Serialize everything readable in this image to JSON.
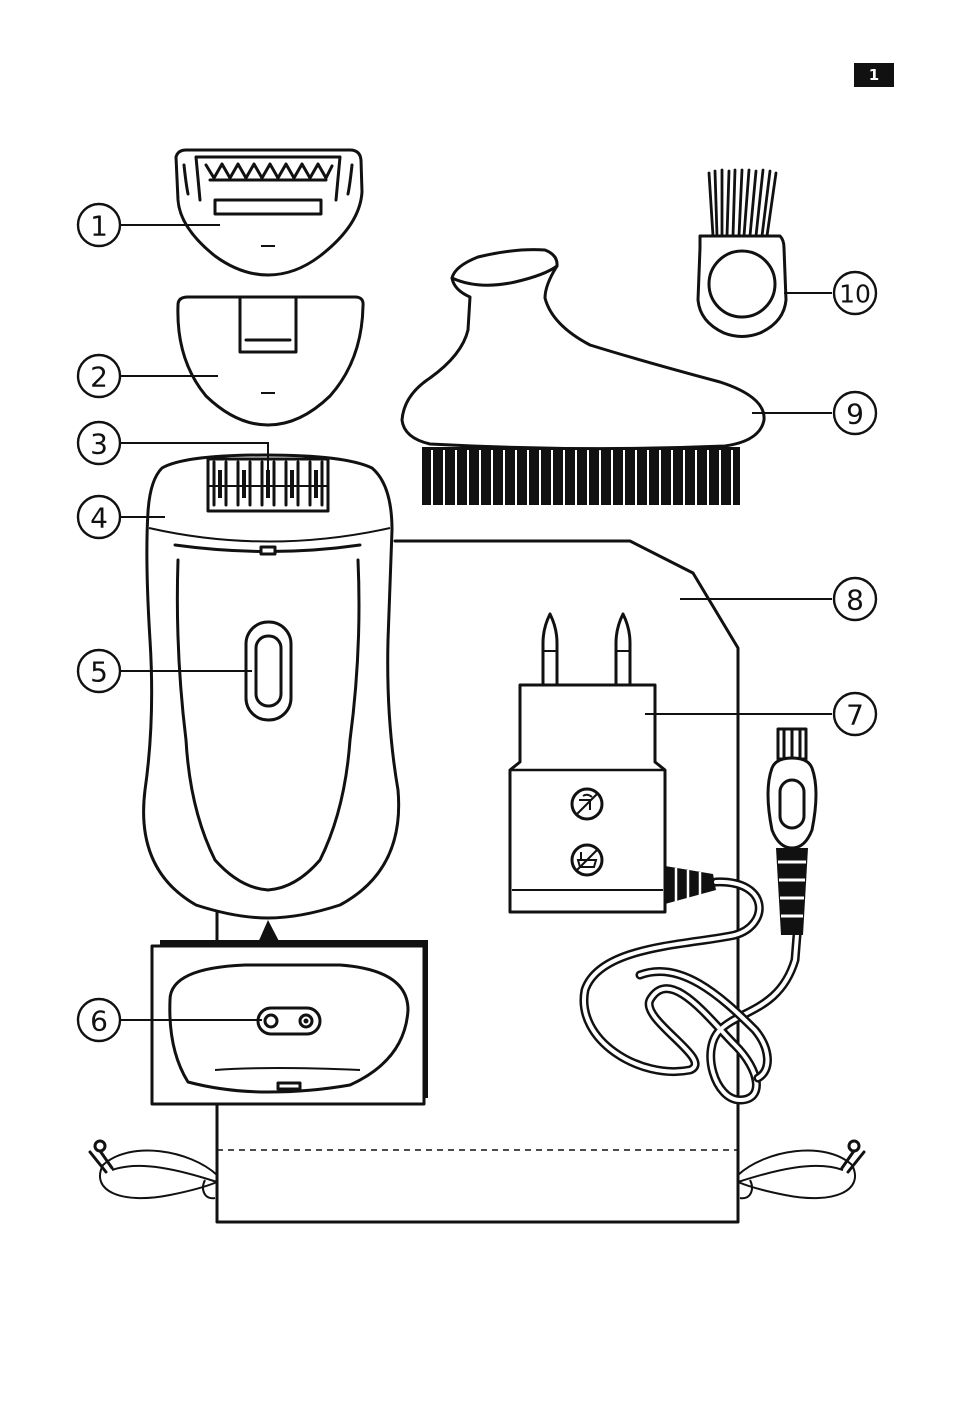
{
  "page_number": "1",
  "callouts": [
    {
      "id": "1",
      "label": "1"
    },
    {
      "id": "2",
      "label": "2"
    },
    {
      "id": "3",
      "label": "3"
    },
    {
      "id": "4",
      "label": "4"
    },
    {
      "id": "5",
      "label": "5"
    },
    {
      "id": "6",
      "label": "6"
    },
    {
      "id": "7",
      "label": "7"
    },
    {
      "id": "8",
      "label": "8"
    },
    {
      "id": "9",
      "label": "9"
    },
    {
      "id": "10",
      "label": "10"
    }
  ],
  "colors": {
    "line": "#111111",
    "background": "#ffffff",
    "badge": "#111111"
  },
  "icons": [
    "no-water-icon",
    "no-bathtub-icon"
  ]
}
